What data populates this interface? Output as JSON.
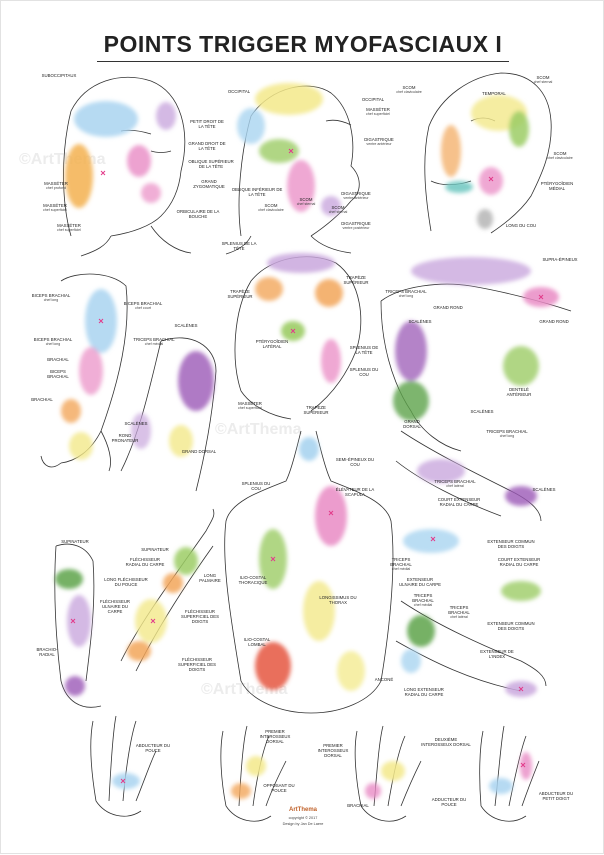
{
  "title": "POINTS TRIGGER MYOFASCIAUX I",
  "watermark": "©ArtThema",
  "credits": {
    "brand": "ArtThema",
    "copyright": "copyright © 2017",
    "design": "Design by Jan De Laere"
  },
  "colors": {
    "blue": "#a9d4f0",
    "green": "#9ccc65",
    "dark_green": "#5da34a",
    "yellow": "#f3e98a",
    "purple": "#9b59b6",
    "lilac": "#c9a7dd",
    "pink": "#e98bc4",
    "orange": "#f2a65a",
    "red": "#e5553f",
    "marker": "#e23b8a",
    "outline": "#333333"
  },
  "labels": [
    {
      "t": "SUBOCCIPITAUX",
      "s": ""
    },
    {
      "t": "MASSÉTER",
      "s": "chef profond"
    },
    {
      "t": "MASSÉTER",
      "s": "chef superficiel"
    },
    {
      "t": "MASSÉTER",
      "s": "chef superficiel"
    },
    {
      "t": "GRAND ZYGOMATIQUE",
      "s": ""
    },
    {
      "t": "ORBICULAIRE DE LA BOUCHE",
      "s": ""
    },
    {
      "t": "OCCIPITAL",
      "s": ""
    },
    {
      "t": "OCCIPITAL",
      "s": ""
    },
    {
      "t": "MASSÉTER",
      "s": "chef superficiel"
    },
    {
      "t": "PETIT DROIT DE LA TÊTE",
      "s": ""
    },
    {
      "t": "GRAND DROIT DE LA TÊTE",
      "s": ""
    },
    {
      "t": "OBLIQUE SUPÉRIEUR DE LA TÊTE",
      "s": ""
    },
    {
      "t": "OBLIQUE INFÉRIEUR DE LA TÊTE",
      "s": ""
    },
    {
      "t": "DIGASTRIQUE",
      "s": "ventre antérieur"
    },
    {
      "t": "DIGASTRIQUE",
      "s": "ventre antérieur"
    },
    {
      "t": "SCOM",
      "s": "chef sternal"
    },
    {
      "t": "SCOM",
      "s": "chef claviculaire"
    },
    {
      "t": "SCOM",
      "s": "chef sternal"
    },
    {
      "t": "DIGASTRIQUE",
      "s": "ventre postérieur"
    },
    {
      "t": "SPLENIUS DE LA TÊTE",
      "s": ""
    },
    {
      "t": "SCOM",
      "s": "chef claviculaire"
    },
    {
      "t": "TEMPORAL",
      "s": ""
    },
    {
      "t": "SCOM",
      "s": "chef sternal"
    },
    {
      "t": "SCOM",
      "s": "chef claviculaire"
    },
    {
      "t": "PTÉRYGOÏDIEN MÉDIAL",
      "s": ""
    },
    {
      "t": "LONG DU COU",
      "s": ""
    },
    {
      "t": "BICEPS BRACHIAL",
      "s": "chef long"
    },
    {
      "t": "BICEPS BRACHIAL",
      "s": "chef court"
    },
    {
      "t": "BICEPS BRACHIAL",
      "s": "chef long"
    },
    {
      "t": "SCALÈNES",
      "s": ""
    },
    {
      "t": "TRICEPS BRACHIAL",
      "s": "chef médial"
    },
    {
      "t": "BRACHIAL",
      "s": ""
    },
    {
      "t": "BICEPS BRACHIAL",
      "s": ""
    },
    {
      "t": "BRACHIAL",
      "s": ""
    },
    {
      "t": "TRAPÈZE SUPÉRIEUR",
      "s": ""
    },
    {
      "t": "TRAPÈZE SUPÉRIEUR",
      "s": ""
    },
    {
      "t": "PTÉRYGOÏDIEN LATÉRAL",
      "s": ""
    },
    {
      "t": "SPLENIUS DE LA TÊTE",
      "s": ""
    },
    {
      "t": "SPLENIUS DU COU",
      "s": ""
    },
    {
      "t": "MASSÉTER",
      "s": "chef superficiel"
    },
    {
      "t": "TRAPÈZE SUPÉRIEUR",
      "s": ""
    },
    {
      "t": "SUPRA-ÉPINEUX",
      "s": ""
    },
    {
      "t": "TRICEPS BRACHIAL",
      "s": "chef long"
    },
    {
      "t": "GRAND ROND",
      "s": ""
    },
    {
      "t": "GRAND ROND",
      "s": ""
    },
    {
      "t": "SCALÈNES",
      "s": ""
    },
    {
      "t": "DENTELÉ ANTÉRIEUR",
      "s": ""
    },
    {
      "t": "SCALÈNES",
      "s": ""
    },
    {
      "t": "ROND PRONATEUR",
      "s": ""
    },
    {
      "t": "GRAND DORSAL",
      "s": ""
    },
    {
      "t": "GRAND DORSAL",
      "s": ""
    },
    {
      "t": "SCALÈNES",
      "s": ""
    },
    {
      "t": "TRICEPS BRACHIAL",
      "s": "chef long"
    },
    {
      "t": "SEMI-ÉPINEUX DU COU",
      "s": ""
    },
    {
      "t": "SPLENIUS DU COU",
      "s": ""
    },
    {
      "t": "ÉLÉVATEUR DE LA SCAPULA",
      "s": ""
    },
    {
      "t": "TRICEPS BRACHIAL",
      "s": "chef latéral"
    },
    {
      "t": "SCALÈNES",
      "s": ""
    },
    {
      "t": "COURT EXTENSEUR RADIAL DU CARPE",
      "s": ""
    },
    {
      "t": "SUPINATEUR",
      "s": ""
    },
    {
      "t": "SUPINATEUR",
      "s": ""
    },
    {
      "t": "FLÉCHISSEUR RADIAL DU CARPE",
      "s": ""
    },
    {
      "t": "LONG FLÉCHISSEUR DU POUCE",
      "s": ""
    },
    {
      "t": "LONG PALMAIRE",
      "s": ""
    },
    {
      "t": "FLÉCHISSEUR SUPERFICIEL DES DOIGTS",
      "s": ""
    },
    {
      "t": "FLÉCHISSEUR ULNAIRE DU CARPE",
      "s": ""
    },
    {
      "t": "FLÉCHISSEUR SUPERFICIEL DES DOIGTS",
      "s": ""
    },
    {
      "t": "BRACHIO-RADIAL",
      "s": ""
    },
    {
      "t": "ILIO-COSTAL THORACIQUE",
      "s": ""
    },
    {
      "t": "LONGISSIMUS DU THORAX",
      "s": ""
    },
    {
      "t": "ILIO-COSTAL LOMBAL",
      "s": ""
    },
    {
      "t": "EXTENSEUR COMMUN DES DOIGTS",
      "s": ""
    },
    {
      "t": "TRICEPS BRACHIAL",
      "s": "chef médial"
    },
    {
      "t": "COURT EXTENSEUR RADIAL DU CARPE",
      "s": ""
    },
    {
      "t": "EXTENSEUR ULNAIRE DU CARPE",
      "s": ""
    },
    {
      "t": "TRICEPS BRACHIAL",
      "s": "chef médial"
    },
    {
      "t": "TRICEPS BRACHIAL",
      "s": "chef latéral"
    },
    {
      "t": "EXTENSEUR COMMUN DES DOIGTS",
      "s": ""
    },
    {
      "t": "EXTENSEUR DE L'INDEX",
      "s": ""
    },
    {
      "t": "ANCONÉ",
      "s": ""
    },
    {
      "t": "LONG EXTENSEUR RADIAL DU CARPE",
      "s": ""
    },
    {
      "t": "ABDUCTEUR DU POUCE",
      "s": ""
    },
    {
      "t": "PREMIER INTEROSSEUX DORSAL",
      "s": ""
    },
    {
      "t": "OPPOSANT DU POUCE",
      "s": ""
    },
    {
      "t": "PREMIER INTEROSSEUX DORSAL",
      "s": ""
    },
    {
      "t": "DEUXIÈME INTEROSSEUX DORSAL",
      "s": ""
    },
    {
      "t": "BRACHIAL",
      "s": ""
    },
    {
      "t": "ADDUCTEUR DU POUCE",
      "s": ""
    },
    {
      "t": "ABDUCTEUR DU PETIT DOIGT",
      "s": ""
    }
  ]
}
